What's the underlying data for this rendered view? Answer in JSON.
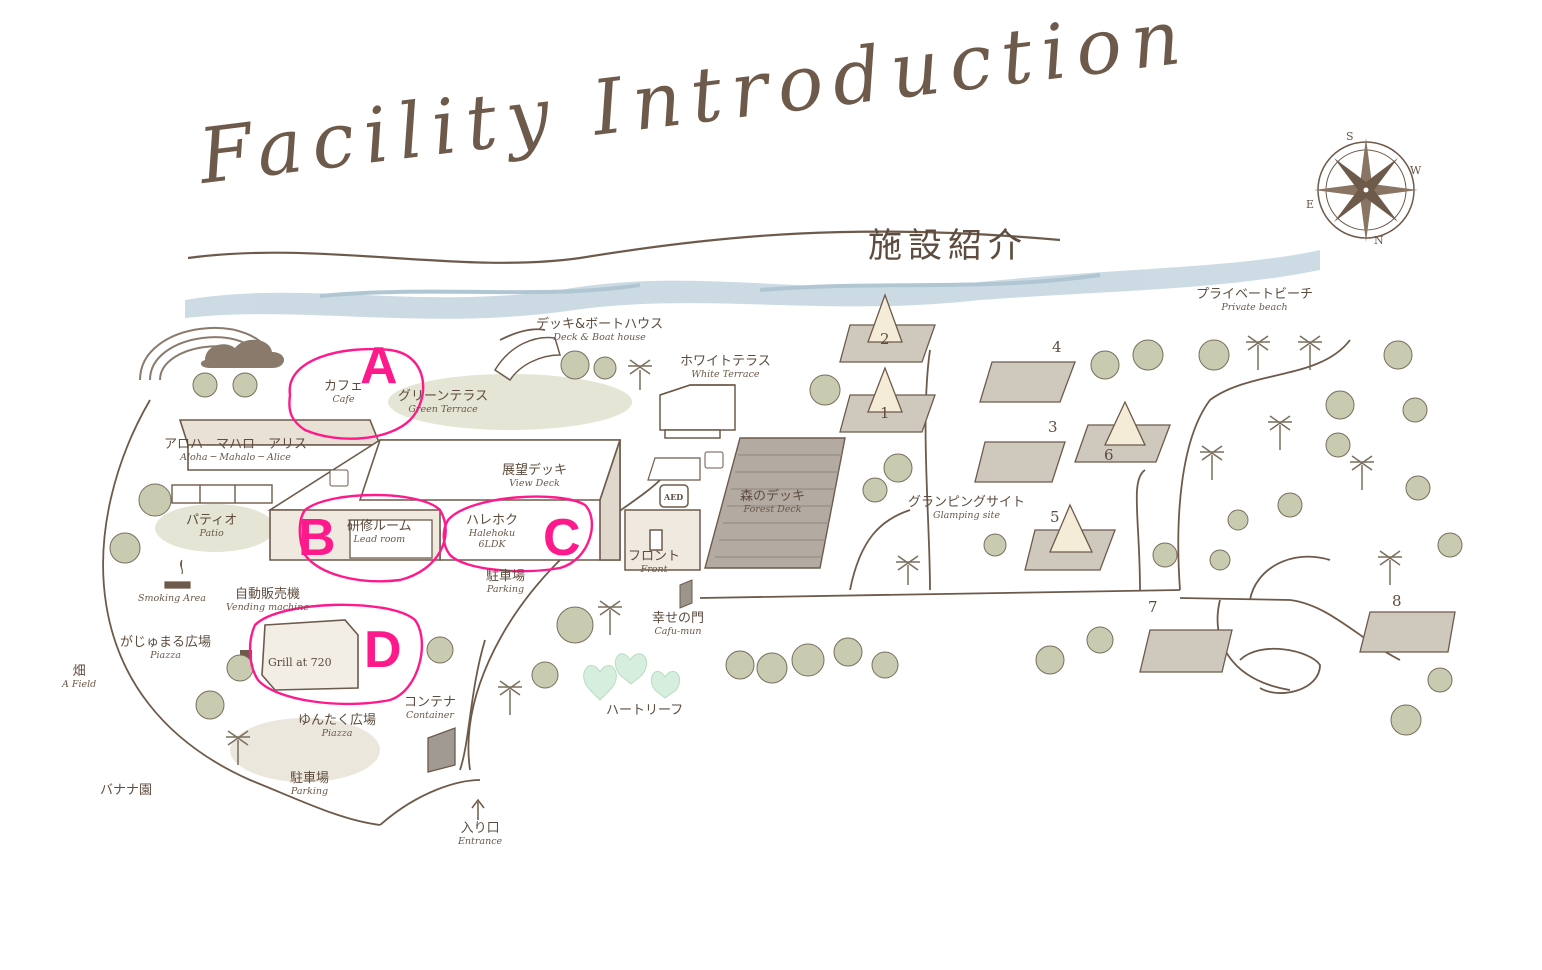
{
  "title": "Facility Introduction",
  "subtitle": "施設紹介",
  "compass": {
    "s": "S",
    "w": "W",
    "e": "E",
    "n": "N"
  },
  "markers": {
    "a": "A",
    "b": "B",
    "c": "C",
    "d": "D"
  },
  "labels": {
    "cafe": {
      "jp": "カフェ",
      "en": "Cafe"
    },
    "green": {
      "jp": "グリーンテラス",
      "en": "Green Terrace"
    },
    "deck_boat": {
      "jp": "デッキ&ボートハウス",
      "en": "Deck & Boat house"
    },
    "white": {
      "jp": "ホワイトテラス",
      "en": "White Terrace"
    },
    "aloha": {
      "jp": "アロハ　マハロ　アリス",
      "en": "Aloha ─ Mahalo ─ Alice"
    },
    "view_deck": {
      "jp": "展望デッキ",
      "en": "View Deck"
    },
    "forest_deck": {
      "jp": "森のデッキ",
      "en": "Forest Deck"
    },
    "patio": {
      "jp": "パティオ",
      "en": "Patio"
    },
    "lead_room": {
      "jp": "研修ルーム",
      "en": "Lead room"
    },
    "halehoku": {
      "jp": "ハレホク",
      "en": "Halehoku",
      "sub": "6LDK"
    },
    "front": {
      "jp": "フロント",
      "en": "Front"
    },
    "glamping": {
      "jp": "グランピングサイト",
      "en": "Glamping site"
    },
    "private_beach": {
      "jp": "プライベートビーチ",
      "en": "Private beach"
    },
    "smoking": {
      "en": "Smoking Area"
    },
    "vending": {
      "jp": "自動販売機",
      "en": "Vending machine"
    },
    "parking1": {
      "jp": "駐車場",
      "en": "Parking"
    },
    "gate": {
      "jp": "幸せの門",
      "en": "Cafu-mun"
    },
    "piazza1": {
      "jp": "がじゅまる広場",
      "en": "Piazza"
    },
    "field": {
      "jp": "畑",
      "en": "A Field"
    },
    "grill": {
      "en": "Grill at 720"
    },
    "heart": {
      "jp": "ハートリーフ"
    },
    "container": {
      "jp": "コンテナ",
      "en": "Container"
    },
    "piazza2": {
      "jp": "ゆんたく広場",
      "en": "Piazza"
    },
    "parking2": {
      "jp": "駐車場",
      "en": "Parking"
    },
    "banana": {
      "jp": "バナナ園"
    },
    "entrance": {
      "jp": "入り口",
      "en": "Entrance"
    }
  },
  "sites": [
    "1",
    "2",
    "3",
    "4",
    "5",
    "6",
    "7",
    "8"
  ],
  "aed": "AED",
  "colors": {
    "ink": "#6e5a4b",
    "marker": "#ff1a8c",
    "water": "#bcd0dc",
    "tree": "#c9cbb0",
    "lawn": "#e4e5d4",
    "deck": "#b3aba1"
  }
}
